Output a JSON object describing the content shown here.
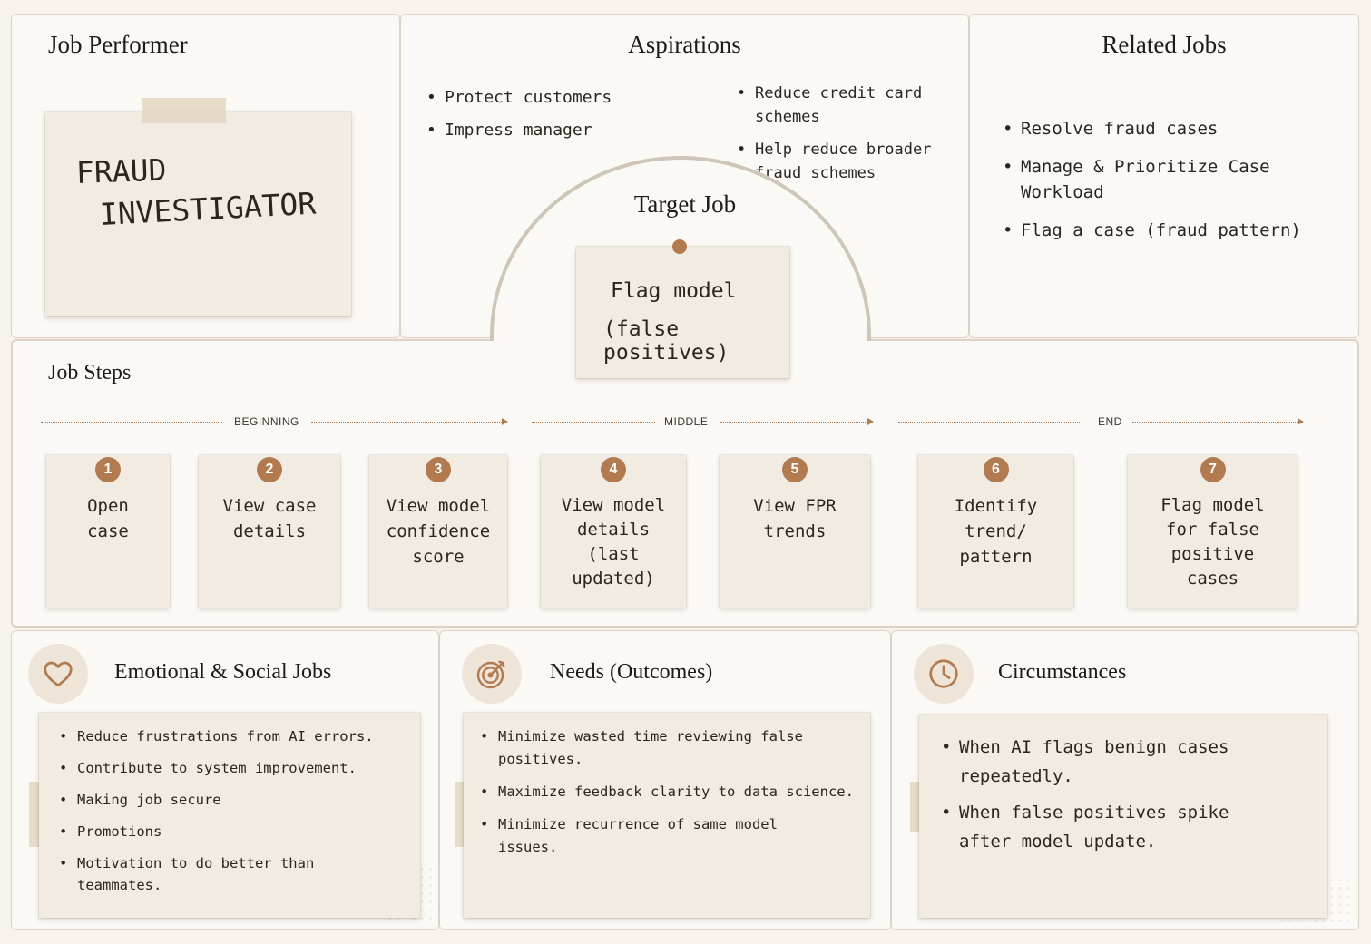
{
  "job_performer": {
    "title": "Job Performer",
    "note_line1": "FRAUD",
    "note_line2": "INVESTIGATOR"
  },
  "aspirations": {
    "title": "Aspirations",
    "left_items": [
      "Protect customers",
      "Impress manager"
    ],
    "right_items": [
      "Reduce credit card schemes",
      "Help reduce broader fraud schemes"
    ]
  },
  "related_jobs": {
    "title": "Related Jobs",
    "items": [
      "Resolve fraud cases",
      "Manage & Prioritize Case Workload",
      "Flag a case (fraud pattern)"
    ]
  },
  "target_job": {
    "title": "Target Job",
    "note_line1": "Flag model",
    "note_line2": "(false positives)"
  },
  "job_steps": {
    "title": "Job Steps",
    "phases": [
      "BEGINNING",
      "MIDDLE",
      "END"
    ],
    "steps": [
      {
        "num": "1",
        "text": "Open\ncase"
      },
      {
        "num": "2",
        "text": "View case\ndetails"
      },
      {
        "num": "3",
        "text": "View model\nconfidence\nscore"
      },
      {
        "num": "4",
        "text": "View model\ndetails\n(last\nupdated)"
      },
      {
        "num": "5",
        "text": "View FPR\ntrends"
      },
      {
        "num": "6",
        "text": "Identify\ntrend/\npattern"
      },
      {
        "num": "7",
        "text": "Flag model\nfor false\npositive\ncases"
      }
    ]
  },
  "emotional": {
    "title": "Emotional & Social Jobs",
    "icon": "heart-icon",
    "items": [
      "Reduce frustrations from AI errors.",
      "Contribute to system improvement.",
      "Making job secure",
      "Promotions",
      "Motivation to do better than teammates."
    ]
  },
  "needs": {
    "title": "Needs (Outcomes)",
    "icon": "target-icon",
    "items": [
      "Minimize wasted time reviewing false positives.",
      "Maximize feedback clarity to data science.",
      "Minimize recurrence of same model issues."
    ]
  },
  "circumstances": {
    "title": "Circumstances",
    "icon": "clock-icon",
    "items": [
      "When AI flags benign cases repeatedly.",
      "When false positives spike after model update."
    ]
  },
  "colors": {
    "accent": "#b27a4f",
    "background": "#f7f3ec",
    "panel": "#fbf9f5",
    "note": "#f1ebe1"
  }
}
